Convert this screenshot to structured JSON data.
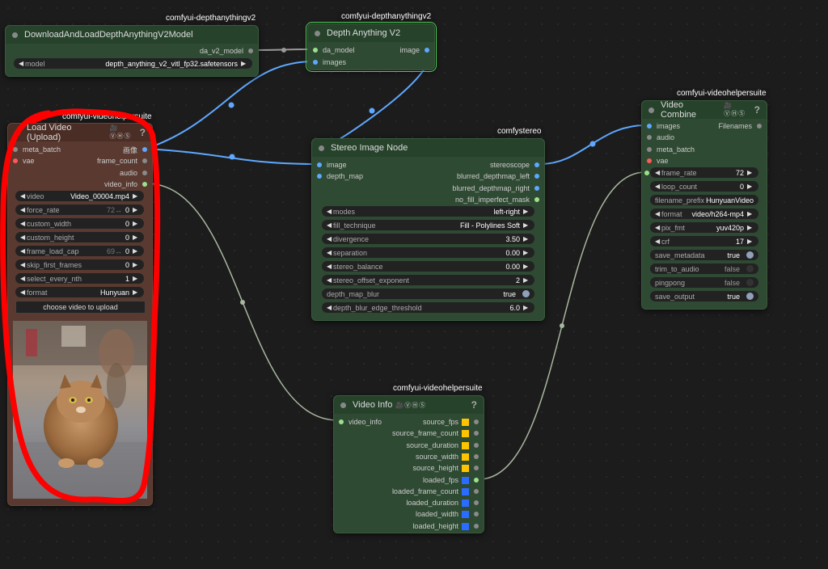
{
  "node_download": {
    "tag": "comfyui-depthanythingv2",
    "title": "DownloadAndLoadDepthAnythingV2Model",
    "output": "da_v2_model",
    "widget_label": "model",
    "widget_value": "depth_anything_v2_vitl_fp32.safetensors"
  },
  "node_depth": {
    "tag": "comfyui-depthanythingv2",
    "title": "Depth Anything V2",
    "inputs": [
      "da_model",
      "images"
    ],
    "output": "image"
  },
  "node_load": {
    "tag": "comfyui-videohelpersuite",
    "title": "Load Video (Upload)",
    "vhs": "🎥ⓋⒽⓈ",
    "help": "?",
    "inputs": [
      "meta_batch",
      "vae"
    ],
    "outputs": [
      "画像",
      "frame_count",
      "audio",
      "video_info"
    ],
    "widgets": [
      {
        "label": "video",
        "value": "Video_00004.mp4",
        "sub": ""
      },
      {
        "label": "force_rate",
        "value": "0",
        "sub": "72↔"
      },
      {
        "label": "custom_width",
        "value": "0",
        "sub": ""
      },
      {
        "label": "custom_height",
        "value": "0",
        "sub": ""
      },
      {
        "label": "frame_load_cap",
        "value": "0",
        "sub": "69↔"
      },
      {
        "label": "skip_first_frames",
        "value": "0",
        "sub": ""
      },
      {
        "label": "select_every_nth",
        "value": "1",
        "sub": ""
      },
      {
        "label": "format",
        "value": "Hunyuan",
        "sub": ""
      }
    ],
    "upload_button": "choose video to upload"
  },
  "node_stereo": {
    "tag": "comfystereo",
    "title": "Stereo Image Node",
    "inputs": [
      "image",
      "depth_map"
    ],
    "outputs": [
      "stereoscope",
      "blurred_depthmap_left",
      "blurred_depthmap_right",
      "no_fill_imperfect_mask"
    ],
    "widgets": [
      {
        "label": "modes",
        "value": "left-right"
      },
      {
        "label": "fill_technique",
        "value": "Fill - Polylines Soft"
      },
      {
        "label": "divergence",
        "value": "3.50"
      },
      {
        "label": "separation",
        "value": "0.00"
      },
      {
        "label": "stereo_balance",
        "value": "0.00"
      },
      {
        "label": "stereo_offset_exponent",
        "value": "2"
      },
      {
        "label": "depth_map_blur",
        "value": "true",
        "toggle": true
      },
      {
        "label": "depth_blur_edge_threshold",
        "value": "6.0"
      }
    ]
  },
  "node_combine": {
    "tag": "comfyui-videohelpersuite",
    "title": "Video Combine",
    "vhs": "🎥ⓋⒽⓈ",
    "help": "?",
    "inputs": [
      "images",
      "audio",
      "meta_batch",
      "vae"
    ],
    "output": "Filenames",
    "widgets": [
      {
        "label": "frame_rate",
        "value": "72",
        "kind": "num"
      },
      {
        "label": "loop_count",
        "value": "0",
        "kind": "num"
      },
      {
        "label": "filename_prefix",
        "value": "HunyuanVideo",
        "kind": "text"
      },
      {
        "label": "format",
        "value": "video/h264-mp4",
        "kind": "num"
      },
      {
        "label": "pix_fmt",
        "value": "yuv420p",
        "kind": "num"
      },
      {
        "label": "crf",
        "value": "17",
        "kind": "num"
      },
      {
        "label": "save_metadata",
        "value": "true",
        "kind": "on"
      },
      {
        "label": "trim_to_audio",
        "value": "false",
        "kind": "off"
      },
      {
        "label": "pingpong",
        "value": "false",
        "kind": "off"
      },
      {
        "label": "save_output",
        "value": "true",
        "kind": "on"
      }
    ]
  },
  "node_info": {
    "tag": "comfyui-videohelpersuite",
    "title": "Video Info",
    "vhs": "🎥ⓋⒽⓈ",
    "help": "?",
    "input": "video_info",
    "outputs": [
      {
        "label": "source_fps",
        "color": "y"
      },
      {
        "label": "source_frame_count",
        "color": "y"
      },
      {
        "label": "source_duration",
        "color": "y"
      },
      {
        "label": "source_width",
        "color": "y"
      },
      {
        "label": "source_height",
        "color": "y"
      },
      {
        "label": "loaded_fps",
        "color": "b"
      },
      {
        "label": "loaded_frame_count",
        "color": "b"
      },
      {
        "label": "loaded_duration",
        "color": "b"
      },
      {
        "label": "loaded_width",
        "color": "b"
      },
      {
        "label": "loaded_height",
        "color": "b"
      }
    ]
  },
  "colors": {
    "annotation": "#ff0000",
    "wire_image": "#5fa8ff",
    "wire_info": "#a8b8a0"
  }
}
